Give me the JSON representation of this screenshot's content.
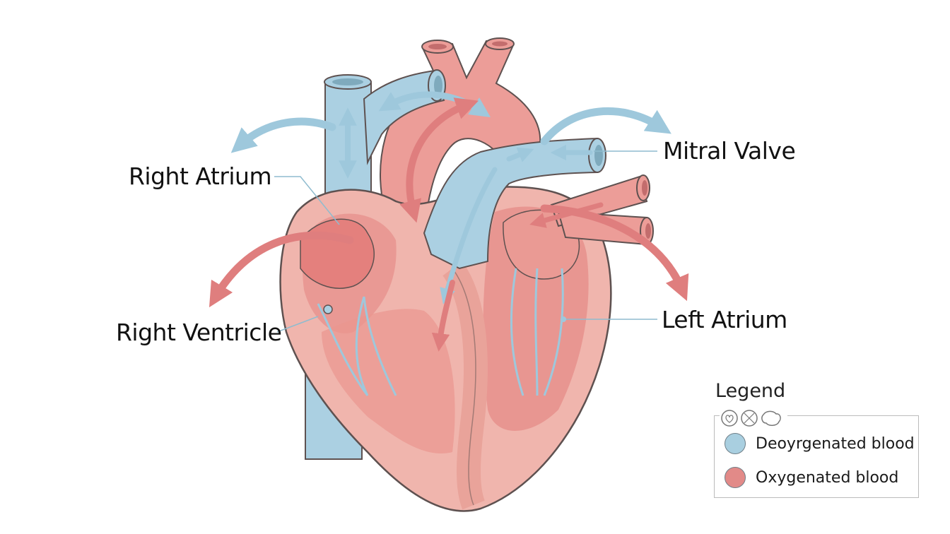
{
  "labels": {
    "right_atrium": "Right Atrium",
    "right_ventricle": "Right Ventricle",
    "mitral_valve": "Mitral Valve",
    "left_atrium": "Left Atrium"
  },
  "legend": {
    "title": "Legend",
    "items": [
      {
        "label": "Deoyrgenated blood",
        "color": "#a9cfe0"
      },
      {
        "label": "Oxygenated blood",
        "color": "#e28a88"
      }
    ]
  },
  "colors": {
    "deoxygenated": "#a9cfe0",
    "oxygenated": "#e28a88",
    "muscle": "#f0b3ab",
    "outline": "#5e5150"
  }
}
